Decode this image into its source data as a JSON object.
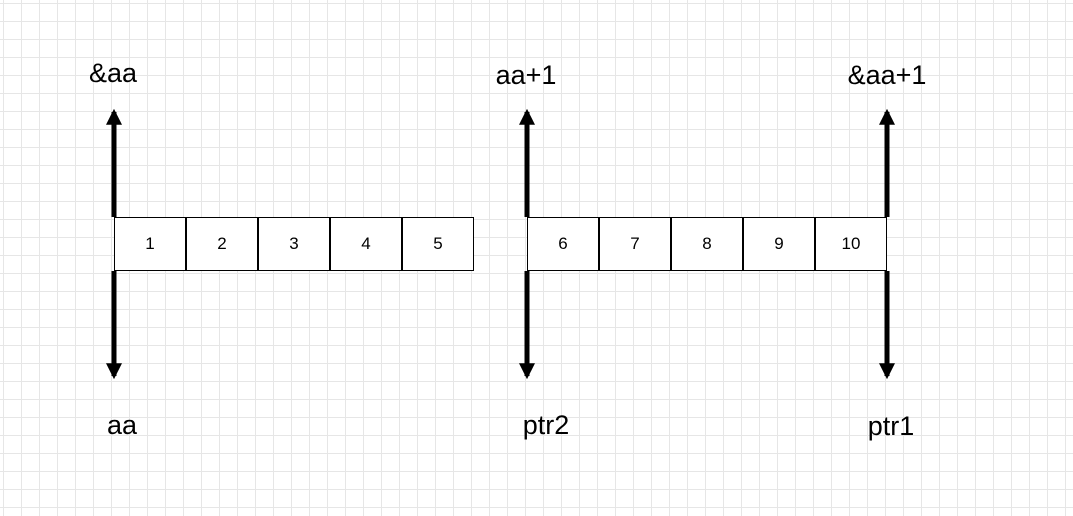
{
  "arrays": [
    {
      "cells": [
        "1",
        "2",
        "3",
        "4",
        "5"
      ]
    },
    {
      "cells": [
        "6",
        "7",
        "8",
        "9",
        "10"
      ]
    }
  ],
  "pointers": [
    {
      "top_label": "&aa",
      "bottom_label": "aa"
    },
    {
      "top_label": "aa+1",
      "bottom_label": "ptr2"
    },
    {
      "top_label": "&aa+1",
      "bottom_label": "ptr1"
    }
  ],
  "colors": {
    "ink": "#000000",
    "grid": "#e6e6e6",
    "cell_fill": "#ffffff"
  }
}
